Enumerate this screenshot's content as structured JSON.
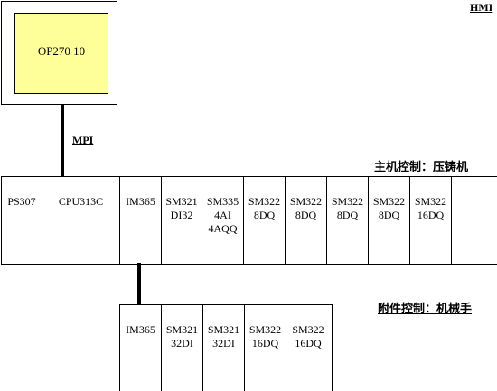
{
  "hmi": {
    "tag": "HMI",
    "device_label": "OP270 10",
    "screen_color": "#ffff99"
  },
  "link": {
    "label": "MPI"
  },
  "main_rack": {
    "title": "主机控制：压铸机",
    "modules": [
      {
        "lines": [
          "PS307"
        ]
      },
      {
        "lines": [
          "CPU313C"
        ]
      },
      {
        "lines": [
          "IM365"
        ]
      },
      {
        "lines": [
          "SM321",
          "DI32"
        ]
      },
      {
        "lines": [
          "SM335",
          "4AI",
          "4AQQ"
        ]
      },
      {
        "lines": [
          "SM322",
          "8DQ"
        ]
      },
      {
        "lines": [
          "SM322",
          "8DQ"
        ]
      },
      {
        "lines": [
          "SM322",
          "8DQ"
        ]
      },
      {
        "lines": [
          "SM322",
          "8DQ"
        ]
      },
      {
        "lines": [
          "SM322",
          "16DQ"
        ]
      },
      {
        "lines": []
      }
    ]
  },
  "aux_rack": {
    "title": "附件控制：机械手",
    "modules": [
      {
        "lines": [
          "IM365"
        ]
      },
      {
        "lines": [
          "SM321",
          "32DI"
        ]
      },
      {
        "lines": [
          "SM321",
          "32DI"
        ]
      },
      {
        "lines": [
          "SM322",
          "16DQ"
        ]
      },
      {
        "lines": [
          "SM322",
          "16DQ"
        ]
      }
    ]
  }
}
